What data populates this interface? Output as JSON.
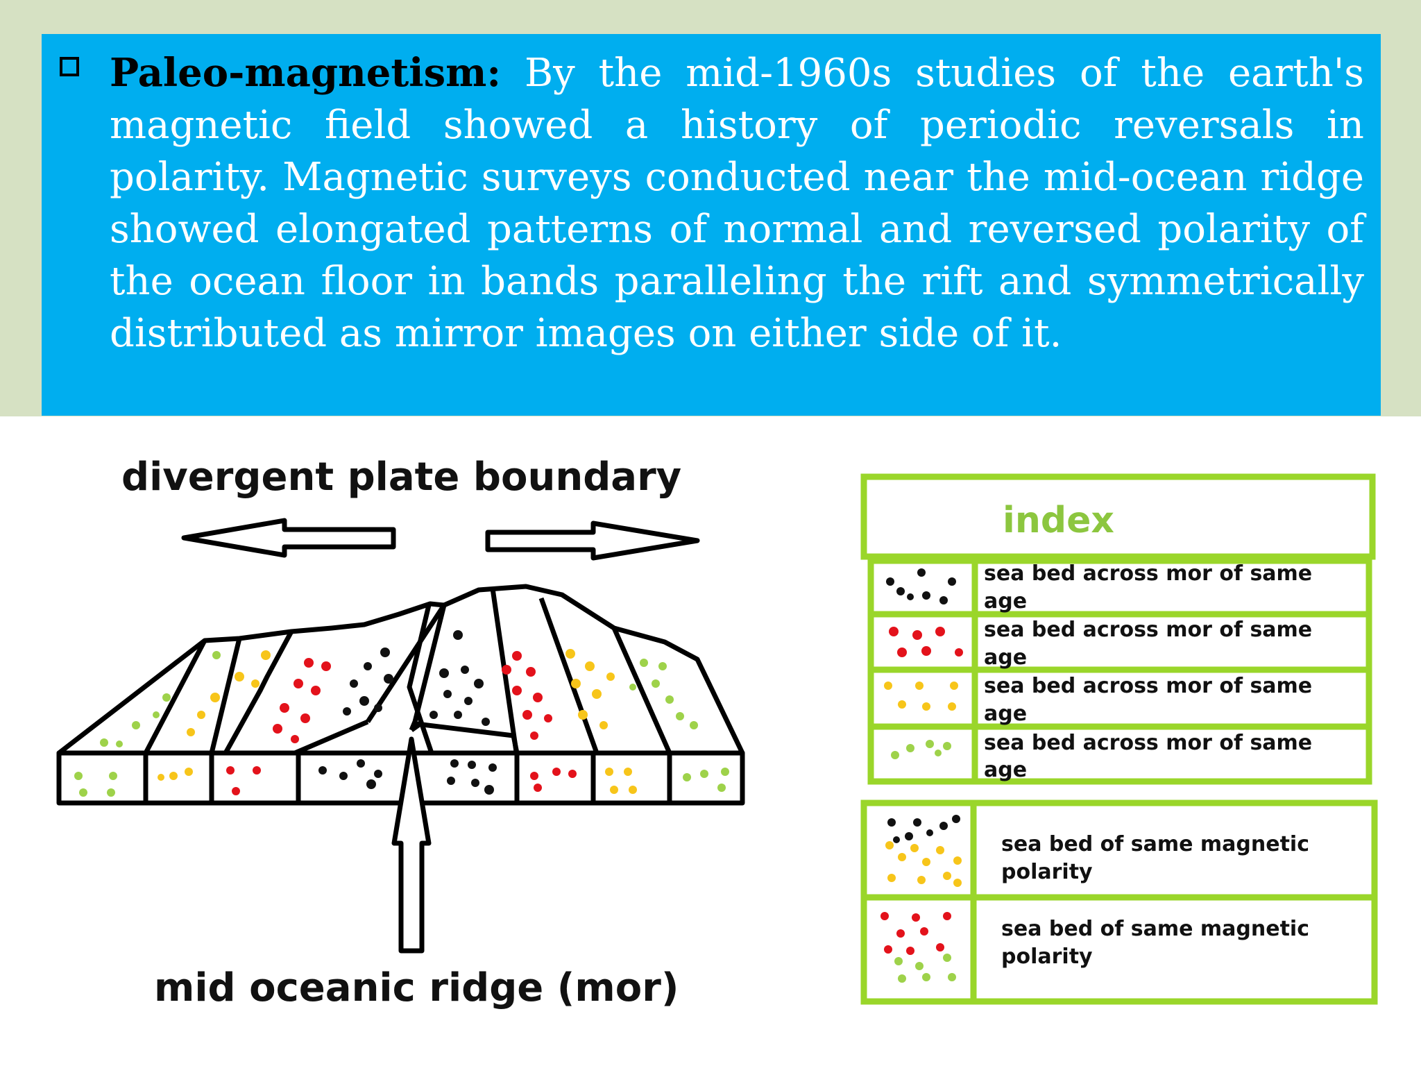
{
  "slide": {
    "term": "Paleo-magnetism:",
    "paragraph": "By the mid-1960s studies of the earth's magnetic field showed a history of periodic reversals in polarity. Magnetic surveys conducted near the mid-ocean ridge showed elongated patterns of normal and reversed polarity of the ocean floor in bands paralleling the rift and symmetrically distributed as mirror images on either side of it."
  },
  "diagram": {
    "top_label": "divergent plate boundary",
    "bottom_label": "mid oceanic ridge (mor)"
  },
  "index": {
    "title": "index",
    "rows": [
      {
        "line1": "sea bed across mor of same",
        "line2": "age",
        "dot_color": "black"
      },
      {
        "line1": "sea bed across mor of same",
        "line2": "age",
        "dot_color": "red"
      },
      {
        "line1": "sea bed across mor of same",
        "line2": "age",
        "dot_color": "yellow"
      },
      {
        "line1": "sea bed across mor of same",
        "line2": "age",
        "dot_color": "green"
      }
    ],
    "polarity": [
      {
        "line1": "sea bed of same magnetic",
        "line2": "polarity",
        "dot_colors": [
          "black",
          "yellow"
        ]
      },
      {
        "line1": "sea bed of same magnetic",
        "line2": "polarity",
        "dot_colors": [
          "red",
          "green"
        ]
      }
    ]
  },
  "colors": {
    "top_band": "#d6e1c3",
    "text_box": "#00aeef",
    "index_border": "#9ad62a",
    "index_title": "#8cc63f",
    "dot_black": "#111111",
    "dot_red": "#e3121b",
    "dot_yellow": "#f7c51a",
    "dot_green": "#9ed24a"
  }
}
